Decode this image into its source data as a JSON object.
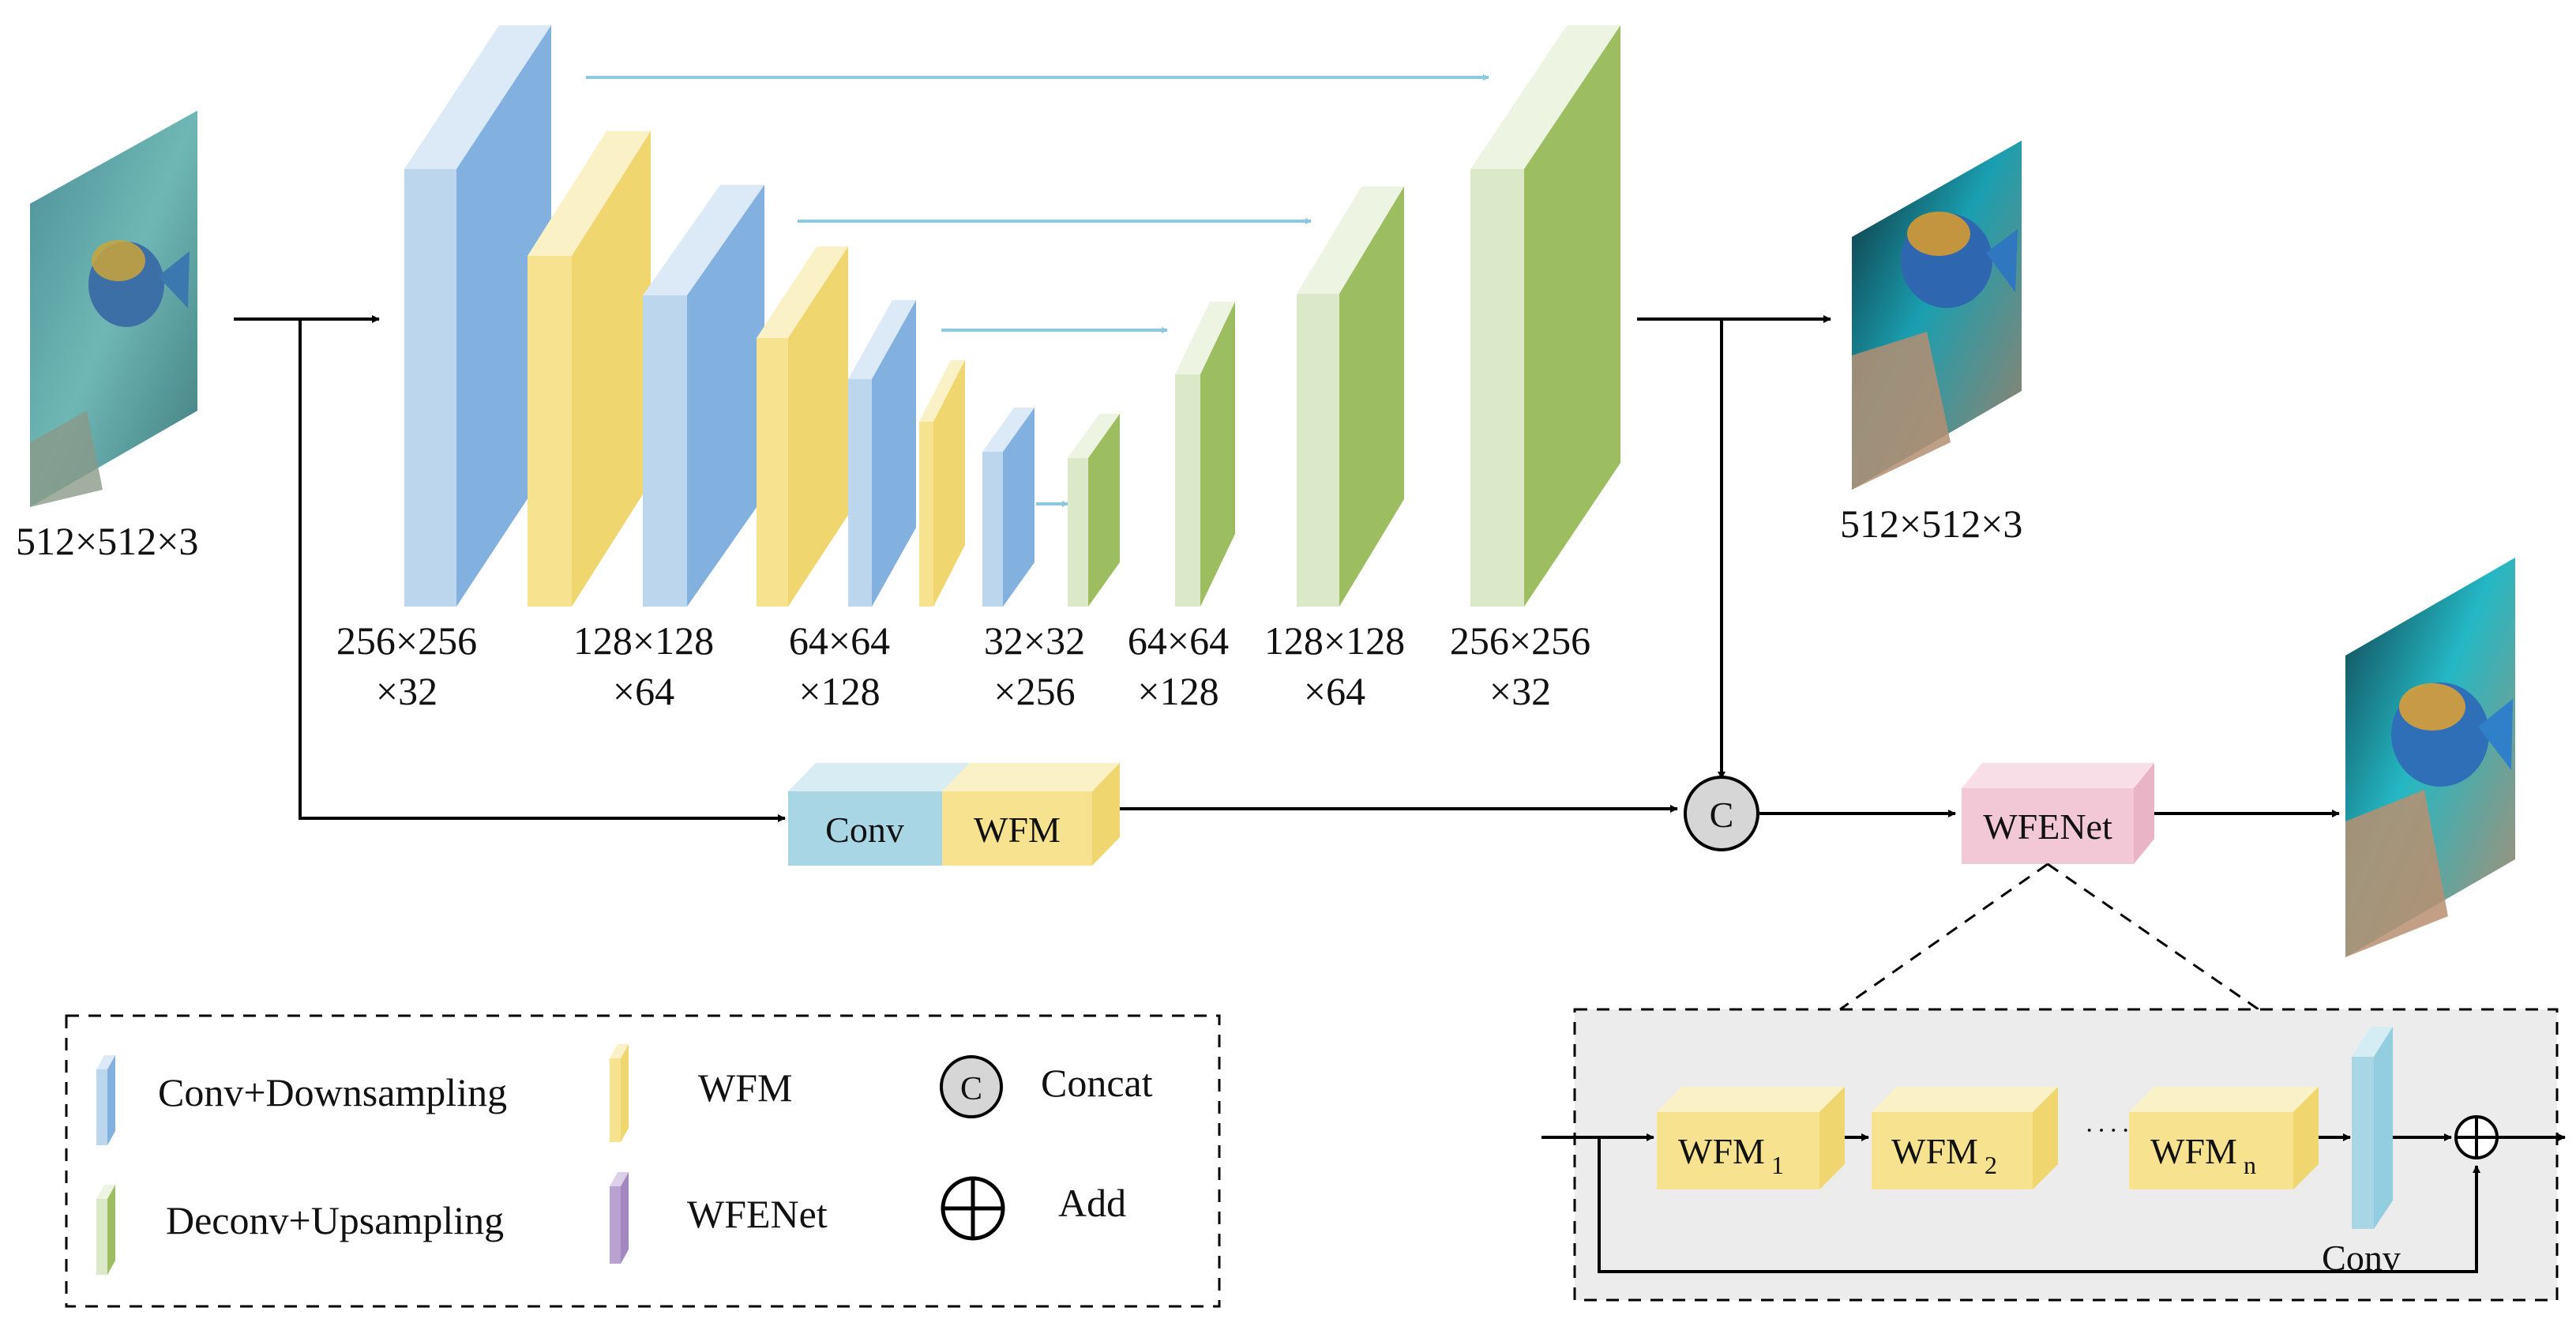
{
  "colors": {
    "down_front": "#bcd6ee",
    "down_side": "#83b1df",
    "down_top": "#dbeaf6",
    "wfm_front": "#f6e28f",
    "wfm_side": "#f0d66e",
    "wfm_top": "#fbf1c6",
    "up_front": "#dce9c8",
    "up_side": "#9dbd61",
    "up_top": "#eef4e2",
    "skip_arrow": "#8cc8df",
    "conv_box": "#a9d6e5",
    "wfenet_box": "#f3c8d6",
    "wfenet_legend": "#b9a2cf",
    "detail_bg": "#ececec"
  },
  "icons": {
    "input_image": "underwater-fish-image-icon",
    "output_image": "enhanced-fish-image-icon",
    "final_image": "final-fish-image-icon",
    "concat": "concat-circle-icon",
    "add": "add-circle-icon"
  },
  "diagram": {
    "input_size": "512×512×3",
    "output_size": "512×512×3",
    "stages": [
      {
        "line1": "256×256",
        "line2": "×32"
      },
      {
        "line1": "128×128",
        "line2": "×64"
      },
      {
        "line1": "64×64",
        "line2": "×128"
      },
      {
        "line1": "32×32",
        "line2": "×256"
      },
      {
        "line1": "64×64",
        "line2": "×128"
      },
      {
        "line1": "128×128",
        "line2": "×64"
      },
      {
        "line1": "256×256",
        "line2": "×32"
      }
    ],
    "branch": {
      "conv": "Conv",
      "wfm": "WFM"
    },
    "concat_symbol": "C",
    "wfenet": "WFENet"
  },
  "detail": {
    "wfm1": "WFM",
    "sub1": "1",
    "wfm2": "WFM",
    "sub2": "2",
    "dots": "······",
    "wfmn": "WFM",
    "subn": "n",
    "conv": "Conv"
  },
  "legend": {
    "down": "Conv+Downsampling",
    "up": "Deconv+Upsampling",
    "wfm": "WFM",
    "wfenet": "WFENet",
    "concat_symbol": "C",
    "concat": "Concat",
    "add": "Add"
  }
}
